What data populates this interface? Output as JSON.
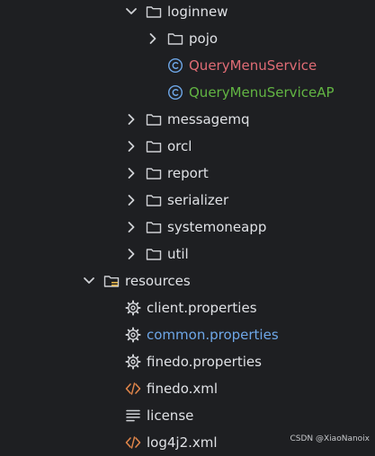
{
  "tree": {
    "items": [
      {
        "label": "loginnew",
        "color": "#dfe1e5",
        "icon": "folder-icon",
        "expanded": true
      },
      {
        "label": "pojo",
        "color": "#dfe1e5",
        "icon": "folder-icon",
        "expanded": false
      },
      {
        "label": "QueryMenuService",
        "color": "#e06c75",
        "icon": "class-icon"
      },
      {
        "label": "QueryMenuServiceAP",
        "color": "#62b543",
        "icon": "class-icon"
      },
      {
        "label": "messagemq",
        "color": "#dfe1e5",
        "icon": "folder-icon",
        "expanded": false
      },
      {
        "label": "orcl",
        "color": "#dfe1e5",
        "icon": "folder-icon",
        "expanded": false
      },
      {
        "label": "report",
        "color": "#dfe1e5",
        "icon": "folder-icon",
        "expanded": false
      },
      {
        "label": "serializer",
        "color": "#dfe1e5",
        "icon": "folder-icon",
        "expanded": false
      },
      {
        "label": "systemoneapp",
        "color": "#dfe1e5",
        "icon": "folder-icon",
        "expanded": false
      },
      {
        "label": "util",
        "color": "#dfe1e5",
        "icon": "folder-icon",
        "expanded": false
      },
      {
        "label": "resources",
        "color": "#dfe1e5",
        "icon": "resources-folder-icon",
        "expanded": true
      },
      {
        "label": "client.properties",
        "color": "#dfe1e5",
        "icon": "gear-icon"
      },
      {
        "label": "common.properties",
        "color": "#6ea7e8",
        "icon": "gear-icon"
      },
      {
        "label": "finedo.properties",
        "color": "#dfe1e5",
        "icon": "gear-icon"
      },
      {
        "label": "finedo.xml",
        "color": "#dfe1e5",
        "icon": "xml-icon"
      },
      {
        "label": "license",
        "color": "#dfe1e5",
        "icon": "text-file-icon"
      },
      {
        "label": "log4j2.xml",
        "color": "#dfe1e5",
        "icon": "xml-icon"
      }
    ]
  },
  "watermark": {
    "text": "CSDN @XiaoNanoix"
  }
}
